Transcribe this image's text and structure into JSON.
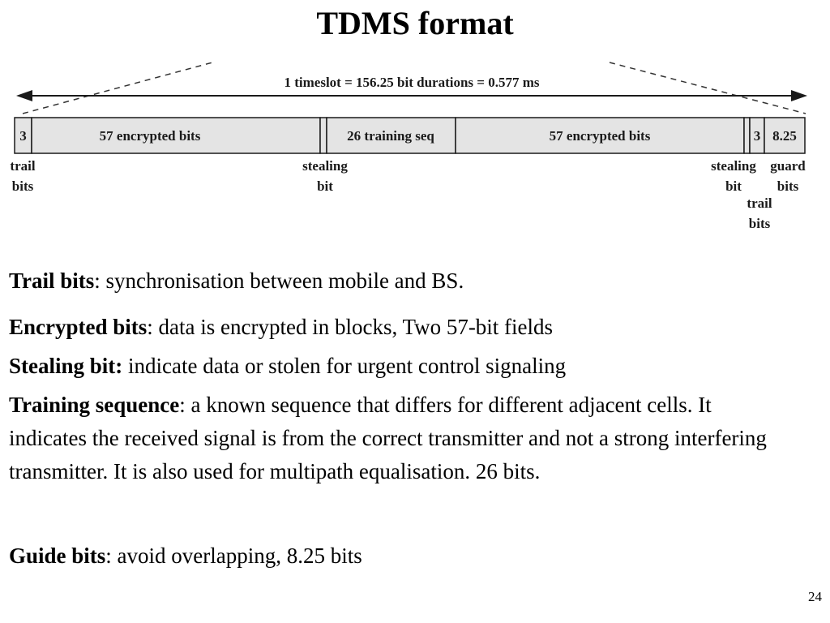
{
  "slide": {
    "title": "TDMS format",
    "page_number": "24"
  },
  "diagram": {
    "timeslot_label": "1 timeslot = 156.25 bit durations = 0.577 ms",
    "fields": [
      {
        "label": "3"
      },
      {
        "label": "57 encrypted bits"
      },
      {
        "label": ""
      },
      {
        "label": "26 training seq"
      },
      {
        "label": "57 encrypted bits"
      },
      {
        "label": ""
      },
      {
        "label": "3"
      },
      {
        "label": "8.25"
      }
    ],
    "captions": {
      "trail_left": [
        "trail",
        "bits"
      ],
      "stealing_left": [
        "stealing",
        "bit"
      ],
      "stealing_right": [
        "stealing",
        "bit"
      ],
      "guard": [
        "guard",
        "bits"
      ],
      "trail_right": [
        "trail",
        "bits"
      ]
    },
    "colors": {
      "field_fill": "#e4e4e4",
      "line": "#1a1a1a"
    }
  },
  "definitions": [
    {
      "term": "Trail bits",
      "text": ": synchronisation between mobile and BS."
    },
    {
      "term": "Encrypted bits",
      "text": ": data is encrypted in blocks, Two 57-bit fields"
    },
    {
      "term": "Stealing bit:",
      "text": " indicate data or stolen for urgent control signaling"
    },
    {
      "term": "Training sequence",
      "text": ": a known sequence that differs for different adjacent cells. It indicates the received signal is from the correct transmitter and not a strong interfering transmitter. It is also used for multipath equalisation. 26 bits."
    },
    {
      "term": "Guide bits",
      "text": ": avoid overlapping, 8.25 bits"
    }
  ]
}
